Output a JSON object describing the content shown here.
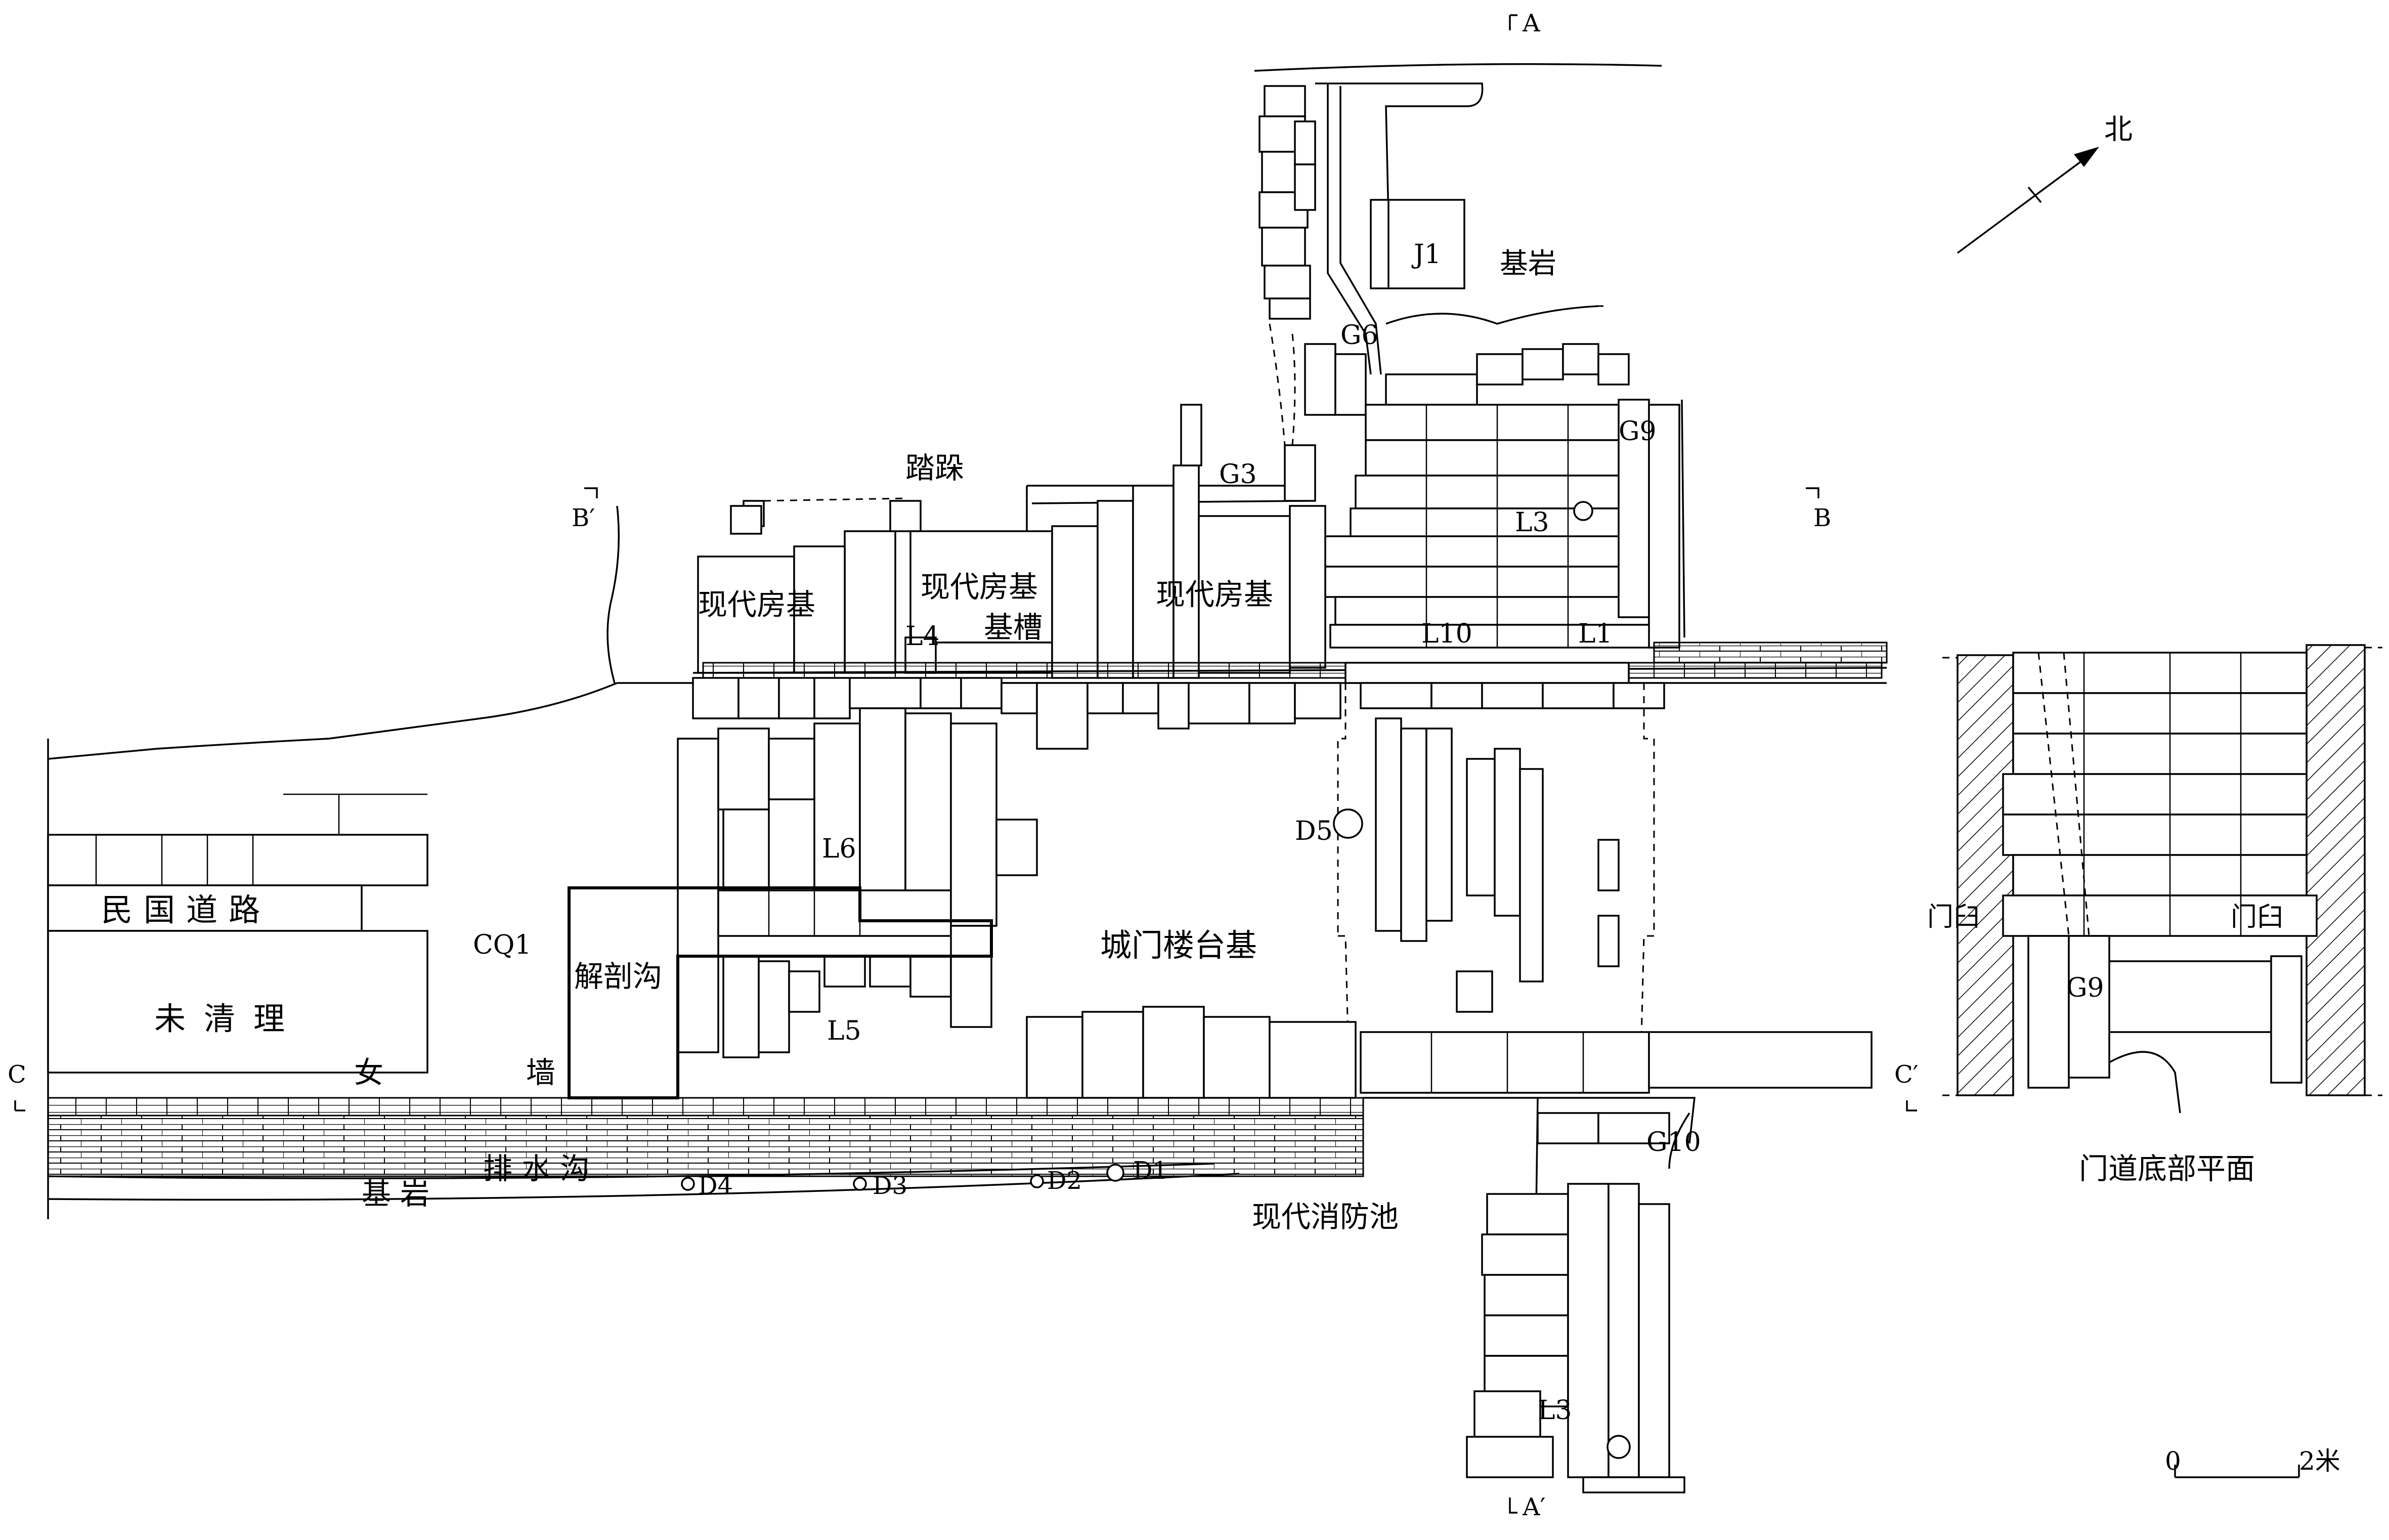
{
  "labels": {
    "section_a": "A",
    "section_a_prime": "A′",
    "section_b": "B",
    "section_b_prime": "B′",
    "section_c": "C",
    "section_c_prime": "C′",
    "north": "北",
    "j1": "J1",
    "bedrock_top": "基岩",
    "g6": "G6",
    "g9": "G9",
    "g3": "G3",
    "tabu": "踏跺",
    "l3_top": "L3",
    "modern_house_1": "现代房基",
    "modern_house_2": "现代房基",
    "modern_house_3": "现代房基",
    "foundation_trench": "基槽",
    "l4": "L4",
    "l10": "L10",
    "l1": "L1",
    "l6": "L6",
    "d5": "D5",
    "minguo_road": "民国道路",
    "cq1": "CQ1",
    "dissect_trench": "解剖沟",
    "gate_platform": "城门楼台基",
    "uncleared": "未清理",
    "l5": "L5",
    "nv": "女",
    "qiang": "墙",
    "drain": "排水沟",
    "bedrock_bottom": "基岩",
    "d4": "D4",
    "d3": "D3",
    "d2": "D2",
    "d1": "D1",
    "fire_pool": "现代消防池",
    "g10": "G10",
    "l3_bottom": "L3",
    "men_jiu_left": "门臼",
    "men_jiu_right": "门臼",
    "g9_inset": "G9",
    "inset_title": "门道底部平面",
    "scale_zero": "0",
    "scale_two": "2米"
  }
}
